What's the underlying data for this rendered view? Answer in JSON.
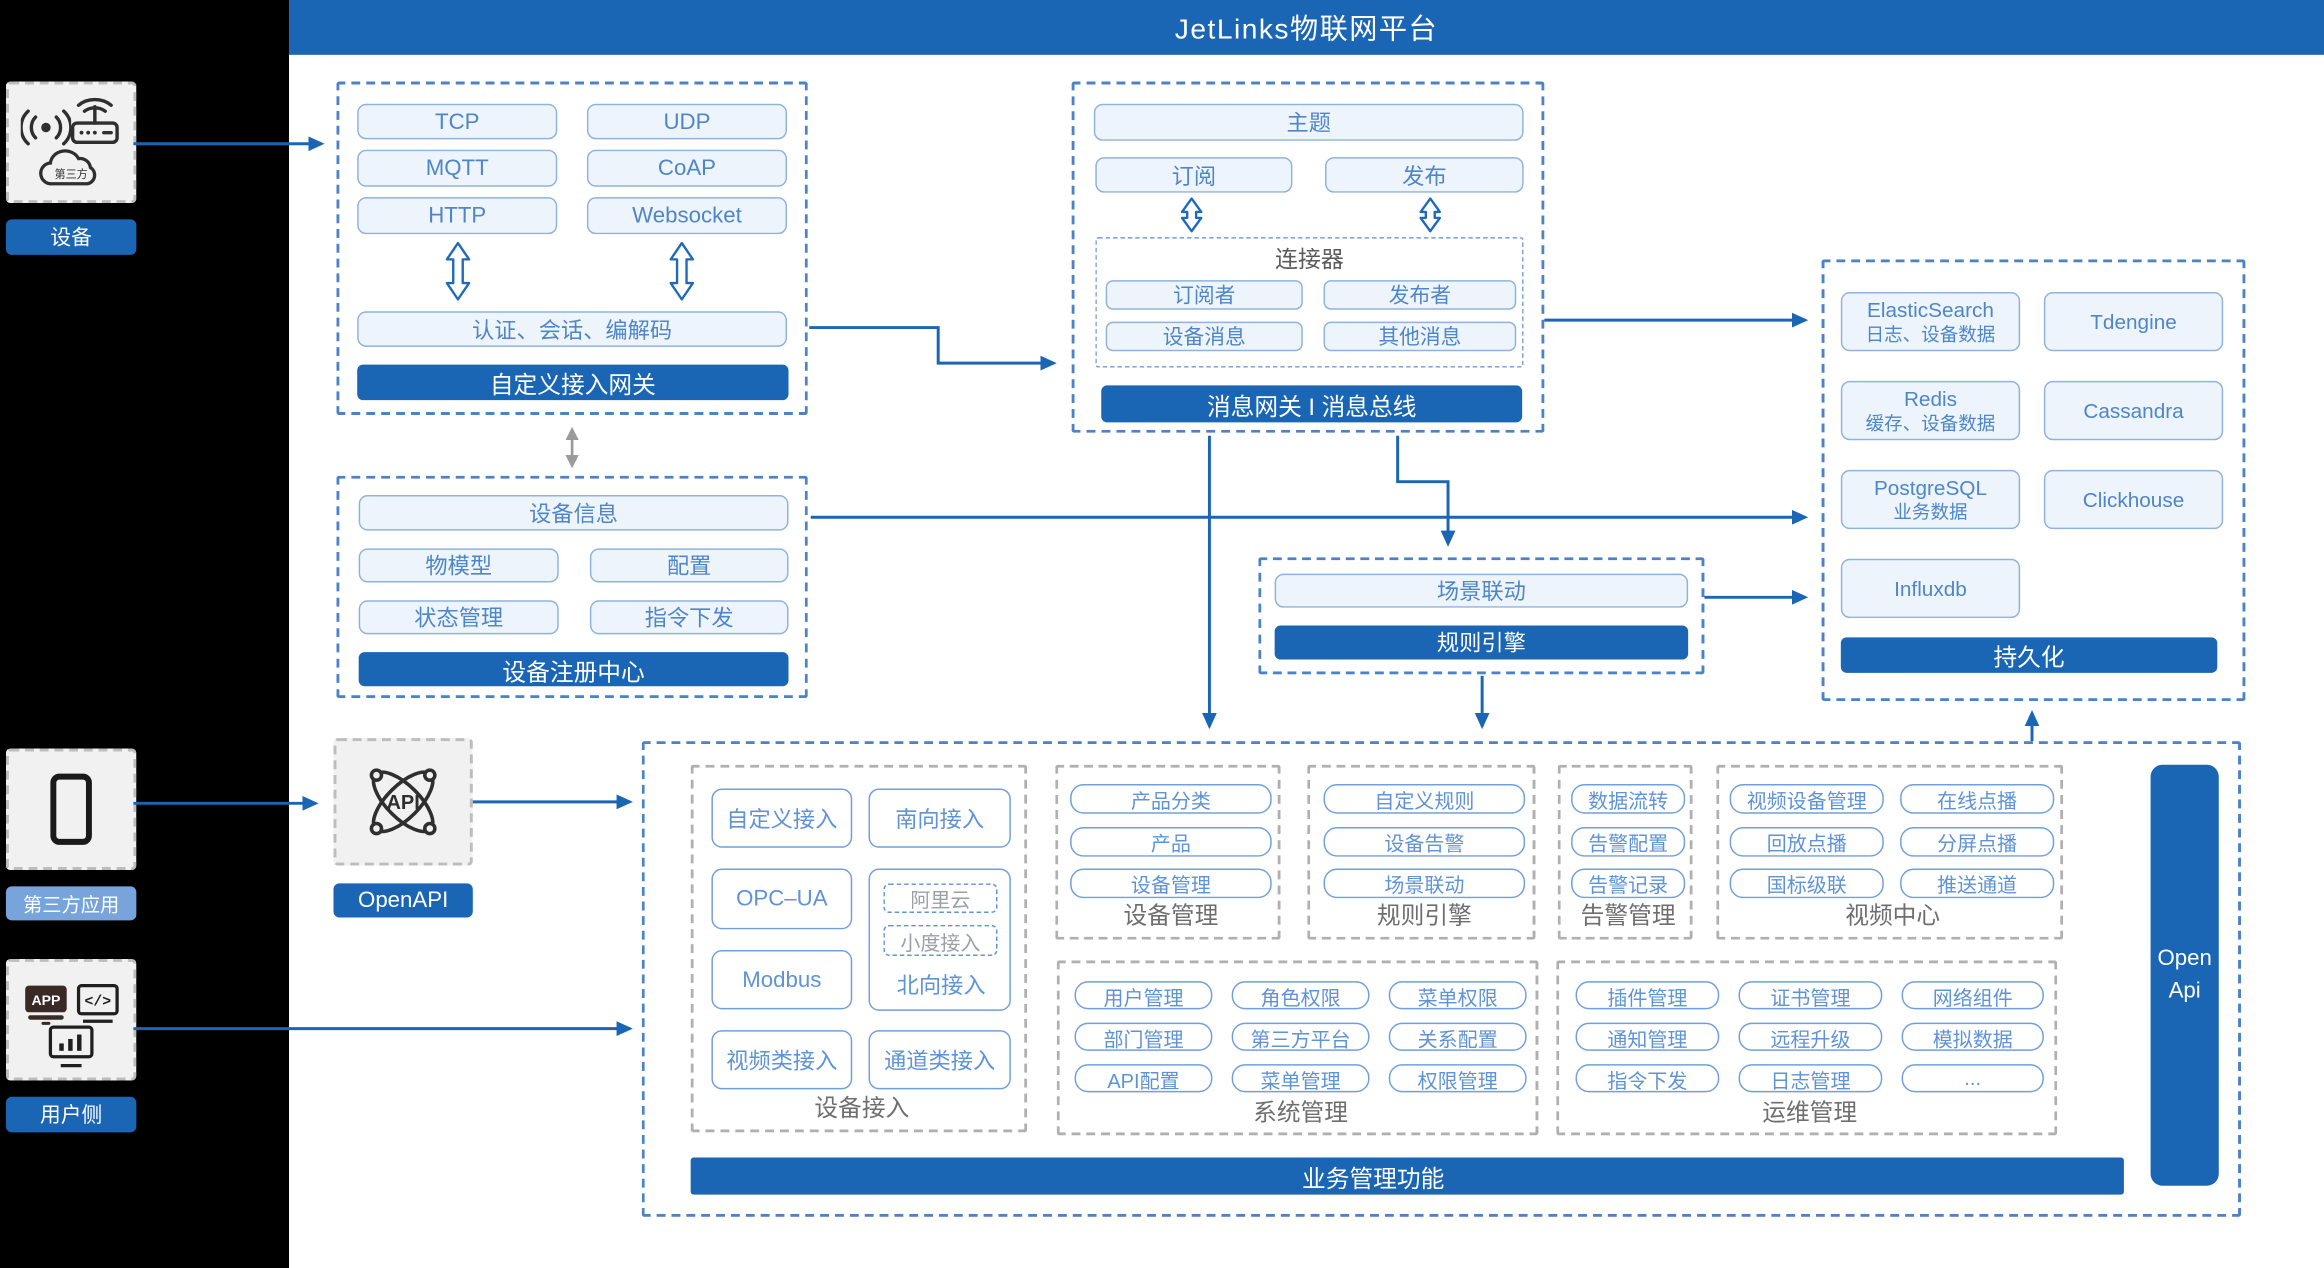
{
  "header": {
    "title": "JetLinks物联网平台"
  },
  "colors": {
    "primary": "#1A66B5",
    "light_fill": "#EEF4FB",
    "light_border": "#8FB3DB",
    "dash_blue": "#4C82C6",
    "link_text": "#5E93D6",
    "label_gray": "#6E6E6E",
    "third_party_bar": "#78A4DC",
    "sidebar_bg": "#000000"
  },
  "sidebar": {
    "device": {
      "label": "设备",
      "cloud_text": "第三方"
    },
    "third_party": {
      "label": "第三方应用"
    },
    "user": {
      "label": "用户侧"
    }
  },
  "protocol_gateway": {
    "protocols": [
      "TCP",
      "UDP",
      "MQTT",
      "CoAP",
      "HTTP",
      "Websocket"
    ],
    "middleware": "认证、会话、编解码",
    "footer": "自定义接入网关"
  },
  "registry": {
    "top": "设备信息",
    "cells": [
      "物模型",
      "配置",
      "状态管理",
      "指令下发"
    ],
    "footer": "设备注册中心"
  },
  "message_bus": {
    "top": "主题",
    "subscribe": "订阅",
    "publish": "发布",
    "connector": {
      "title": "连接器",
      "cells": [
        "订阅者",
        "发布者",
        "设备消息",
        "其他消息"
      ]
    },
    "footer": "消息网关 I 消息总线"
  },
  "scene_rule": {
    "top": "场景联动",
    "footer": "规则引擎"
  },
  "persistence": {
    "cells": [
      {
        "title": "ElasticSearch",
        "sub": "日志、设备数据"
      },
      {
        "title": "Tdengine"
      },
      {
        "title": "Redis",
        "sub": "缓存、设备数据"
      },
      {
        "title": "Cassandra"
      },
      {
        "title": "PostgreSQL",
        "sub": "业务数据"
      },
      {
        "title": "Clickhouse"
      },
      {
        "title": "Influxdb"
      }
    ],
    "footer": "持久化"
  },
  "openapi": {
    "label": "OpenAPI",
    "icon_text": "API"
  },
  "business": {
    "device_access": {
      "label": "设备接入",
      "items": [
        "自定义接入",
        "南向接入",
        "OPC–UA",
        "Modbus",
        "视频类接入",
        "通道类接入"
      ],
      "north": {
        "label": "北向接入",
        "dashed": [
          "阿里云",
          "小度接入"
        ]
      }
    },
    "device_mgmt": {
      "label": "设备管理",
      "items": [
        "产品分类",
        "产品",
        "设备管理"
      ]
    },
    "rule_engine": {
      "label": "规则引擎",
      "items": [
        "自定义规则",
        "设备告警",
        "场景联动"
      ]
    },
    "alarm": {
      "label": "告警管理",
      "items": [
        "数据流转",
        "告警配置",
        "告警记录"
      ]
    },
    "video": {
      "label": "视频中心",
      "items": [
        "视频设备管理",
        "在线点播",
        "回放点播",
        "分屏点播",
        "国标级联",
        "推送通道"
      ]
    },
    "system": {
      "label": "系统管理",
      "items": [
        "用户管理",
        "角色权限",
        "菜单权限",
        "部门管理",
        "第三方平台",
        "关系配置",
        "API配置",
        "菜单管理",
        "权限管理"
      ]
    },
    "ops": {
      "label": "运维管理",
      "items": [
        "插件管理",
        "证书管理",
        "网络组件",
        "通知管理",
        "远程升级",
        "模拟数据",
        "指令下发",
        "日志管理",
        "..."
      ]
    },
    "open_api_bar": {
      "line1": "Open",
      "line2": "Api"
    },
    "footer": "业务管理功能"
  }
}
